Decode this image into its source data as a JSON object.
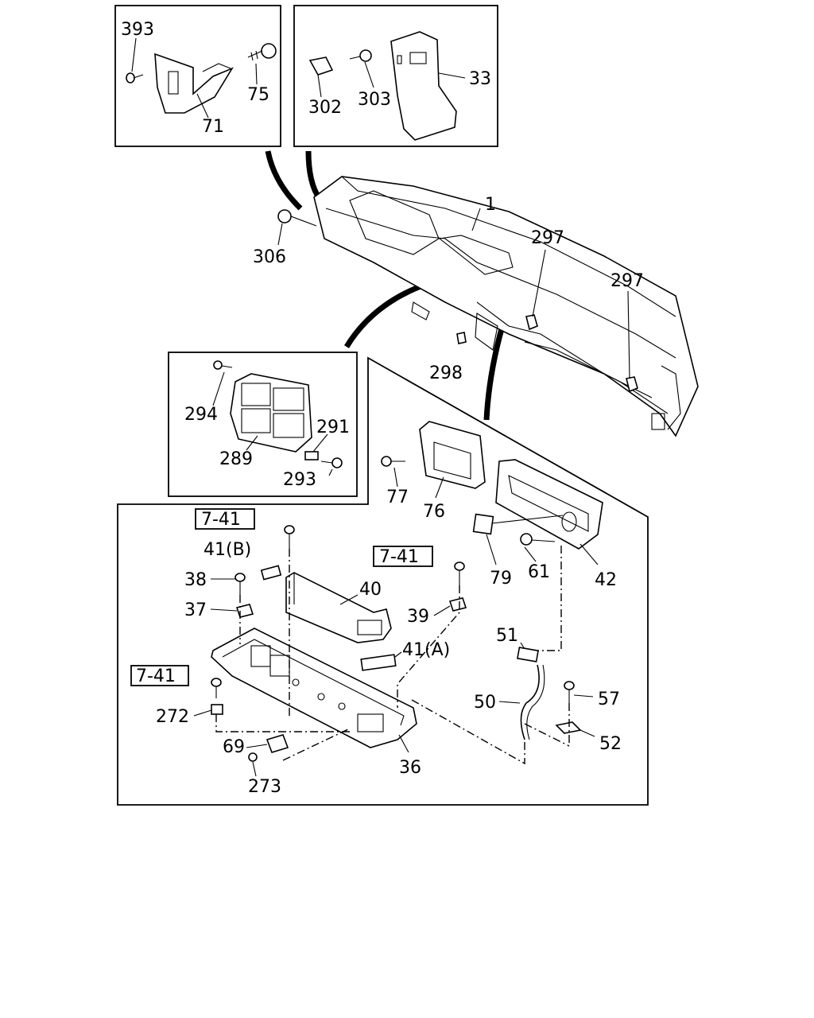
{
  "labels": {
    "l393": "393",
    "l75": "75",
    "l71": "71",
    "l302": "302",
    "l303": "303",
    "l33": "33",
    "l1": "1",
    "l306": "306",
    "l297a": "297",
    "l297b": "297",
    "l298": "298",
    "l294": "294",
    "l289": "289",
    "l291": "291",
    "l293": "293",
    "l77": "77",
    "l76": "76",
    "l79": "79",
    "l61": "61",
    "l42": "42",
    "l41b": "41(B)",
    "l38": "38",
    "l37": "37",
    "l40": "40",
    "l39": "39",
    "l41a": "41(A)",
    "l272": "272",
    "l69": "69",
    "l273": "273",
    "l36": "36",
    "l51": "51",
    "l50": "50",
    "l57": "57",
    "l52": "52"
  },
  "refs": {
    "ref1": "7-41",
    "ref2": "7-41",
    "ref3": "7-41"
  }
}
